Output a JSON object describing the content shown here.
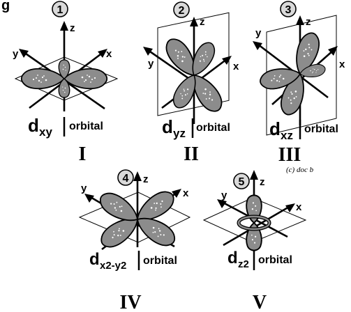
{
  "header": {
    "title_fragment": "g"
  },
  "panels": [
    {
      "number": "1",
      "orbital": "d",
      "subscript": "xy",
      "suffix": "orbital",
      "roman": "I",
      "axes": {
        "x": "x",
        "y": "y",
        "z": "z"
      }
    },
    {
      "number": "2",
      "orbital": "d",
      "subscript": "yz",
      "suffix": "orbital",
      "roman": "II",
      "axes": {
        "x": "x",
        "y": "y",
        "z": "z"
      }
    },
    {
      "number": "3",
      "orbital": "d",
      "subscript": "xz",
      "suffix": "orbital",
      "roman": "III",
      "axes": {
        "x": "x",
        "y": "y",
        "z": "z"
      }
    },
    {
      "number": "4",
      "orbital": "d",
      "subscript": "x2-y2",
      "suffix": "orbital",
      "roman": "IV",
      "axes": {
        "x": "x",
        "y": "y",
        "z": "z"
      }
    },
    {
      "number": "5",
      "orbital": "d",
      "subscript": "z2",
      "suffix": "orbital",
      "roman": "V",
      "axes": {
        "x": "x",
        "y": "y",
        "z": "z"
      }
    }
  ],
  "credit": "(c) doc b",
  "colors": {
    "lobe_fill": "#8c8c8c",
    "outline": "#000000",
    "number_circle": "#d9d9d9"
  }
}
